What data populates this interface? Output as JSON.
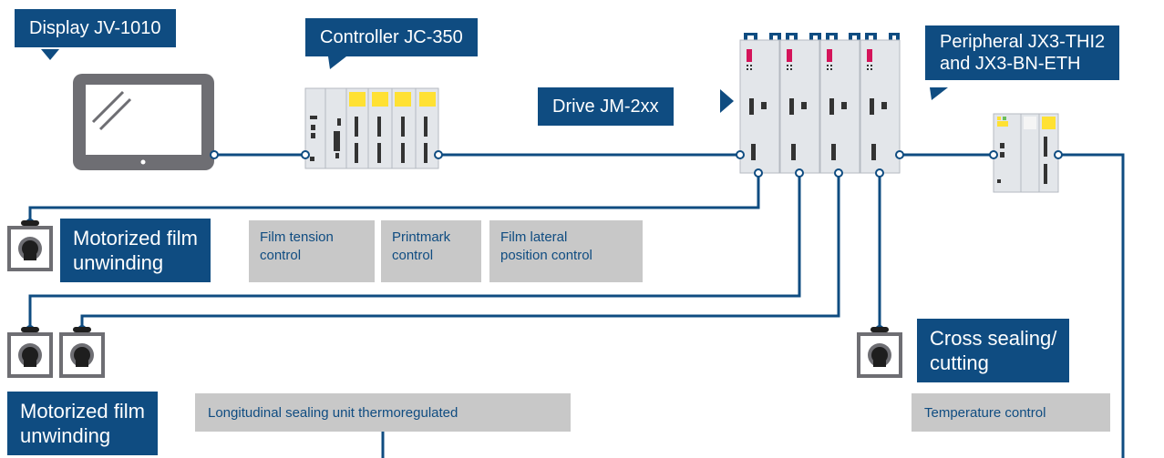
{
  "colors": {
    "brand_blue": "#0f4c81",
    "device_grey": "#e3e6ea",
    "box_grey": "#c8c8c8",
    "led_yellow": "#ffe133",
    "led_red": "#d4145a"
  },
  "callouts": {
    "display": "Display JV-1010",
    "controller": "Controller JC-350",
    "drive": "Drive JM-2xx",
    "peripheral": [
      "Peripheral JX3-THI2",
      "and JX3-BN-ETH"
    ],
    "unwind1": [
      "Motorized film",
      "unwinding"
    ],
    "unwind2": [
      "Motorized film",
      "unwinding"
    ],
    "cross": [
      "Cross sealing/",
      "cutting"
    ]
  },
  "functions": {
    "film_tension": [
      "Film tension",
      "control"
    ],
    "printmark": [
      "Printmark",
      "control"
    ],
    "film_lateral": [
      "Film lateral",
      "position control"
    ],
    "longitudinal": "Longitudinal sealing unit thermoregulated",
    "temperature": "Temperature control"
  },
  "icons": {
    "display": "tablet-display-icon",
    "controller": "controller-module-icon",
    "drive": "servo-drive-rack-icon",
    "peripheral": "io-module-icon",
    "motor": "servo-motor-icon"
  }
}
